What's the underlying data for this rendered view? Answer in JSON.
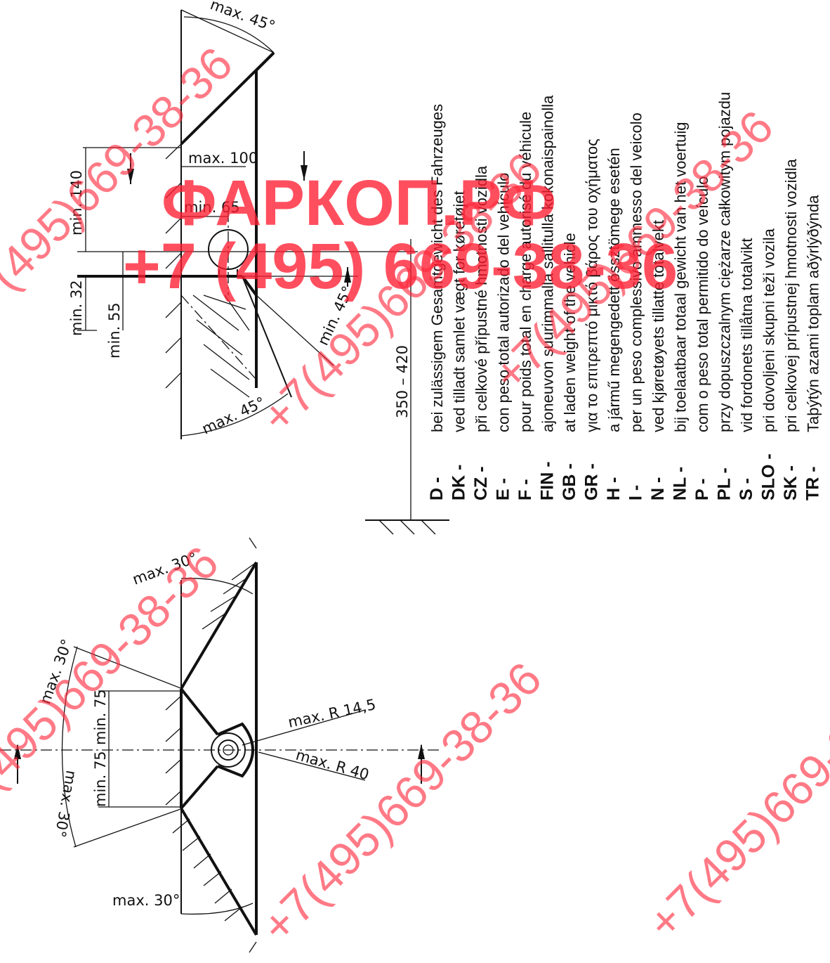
{
  "colors": {
    "line": "#111111",
    "watermark": "#ff2032"
  },
  "side_view": {
    "angle_top": "max. 45°",
    "angle_bottom": "max. 45°",
    "depth_max": "max. 100",
    "depth_min": "min. 65",
    "height_above": "min. 140",
    "min_32": "min. 32",
    "min_55": "min. 55",
    "diag_angle": "min. 45°",
    "ground_height": "350 – 420"
  },
  "plan_view": {
    "angle_left_upper": "max. 30°",
    "angle_left_lower": "max. 30°",
    "angle_right_upper": "max. 30°",
    "angle_right_lower": "max. 30°",
    "min_75_upper": "min. 75",
    "min_75_lower": "min. 75",
    "radius_small": "max. R 14,5",
    "radius_large": "max. R 40"
  },
  "legend": [
    {
      "code": "D -",
      "text": "bei zulässigem Gesamtgewicht des Fahrzeuges"
    },
    {
      "code": "DK -",
      "text": "ved tilladt samlet vægt for køretøjet"
    },
    {
      "code": "CZ -",
      "text": "při celkové přípustné hmotnosti vozidla"
    },
    {
      "code": "E -",
      "text": "con peso total autorizado del vehículo"
    },
    {
      "code": "F -",
      "text": "pour poids total en charge autorisé du véhicule"
    },
    {
      "code": "FIN -",
      "text": "ajoneuvon suurimmalla sallitulla kokonaispainolla"
    },
    {
      "code": "GB -",
      "text": "at laden weight of the vehicle"
    },
    {
      "code": "GR -",
      "text": "για το επιτρεπτό μικτό βάρος του οχήματος"
    },
    {
      "code": "H -",
      "text": "a jármű megengedett össztömege esetén"
    },
    {
      "code": "I -",
      "text": "per un peso complessivo ammesso del veicolo"
    },
    {
      "code": "N -",
      "text": "ved kjøretøyets tillatte totalvekt"
    },
    {
      "code": "NL -",
      "text": "bij toelaatbaar totaal gewicht van het voertuig"
    },
    {
      "code": "P -",
      "text": "com o peso total permitido do veículo"
    },
    {
      "code": "PL -",
      "text": "przy dopuszczalnym ciężarze całkowitym pojazdu"
    },
    {
      "code": "S -",
      "text": "vid fordonets tillåtna totalvikt"
    },
    {
      "code": "SLO -",
      "text": "pri dovoljeni skupni teži vozila"
    },
    {
      "code": "SK -",
      "text": "pri celkovej prípustnej hmotnosti vozidla"
    },
    {
      "code": "TR -",
      "text": "Taþýtýn azami toplam aðýrlýðýnda"
    }
  ],
  "watermark": {
    "brand": "ФАРКОП.РФ",
    "phone": "+7 (495) 669-38-36",
    "phone_alt": "+7(495)669-38-36"
  }
}
